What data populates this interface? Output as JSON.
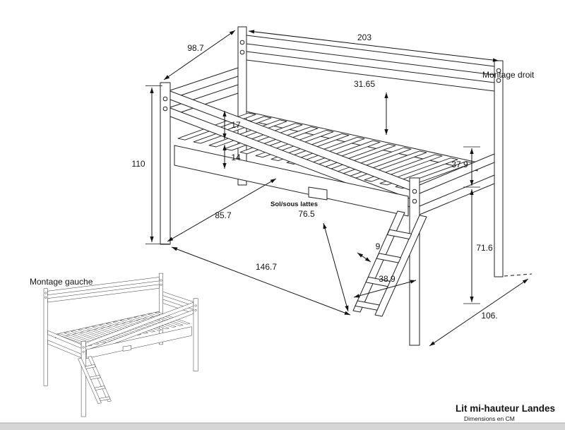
{
  "header": {
    "montage_droit": "Montage droit",
    "montage_gauche": "Montage gauche"
  },
  "labels": {
    "sol_sous_lattes": "Sol/sous lattes"
  },
  "dims": {
    "depth_top": "98.7",
    "length": "203",
    "guard_above_slats": "31.65",
    "rail_gap": "17",
    "rail_height": "14",
    "height_total": "110",
    "underbed_diag": "85.7",
    "floor_to_slats": "76.5",
    "side_drop": "37.9",
    "underbed_right": "71.6",
    "step": "9",
    "ladder_width": "38.9",
    "underbed_length": "146.7",
    "depth_bottom": "106."
  },
  "footer": {
    "title": "Lit mi-hauteur Landes",
    "units": "Dimensions en CM"
  }
}
